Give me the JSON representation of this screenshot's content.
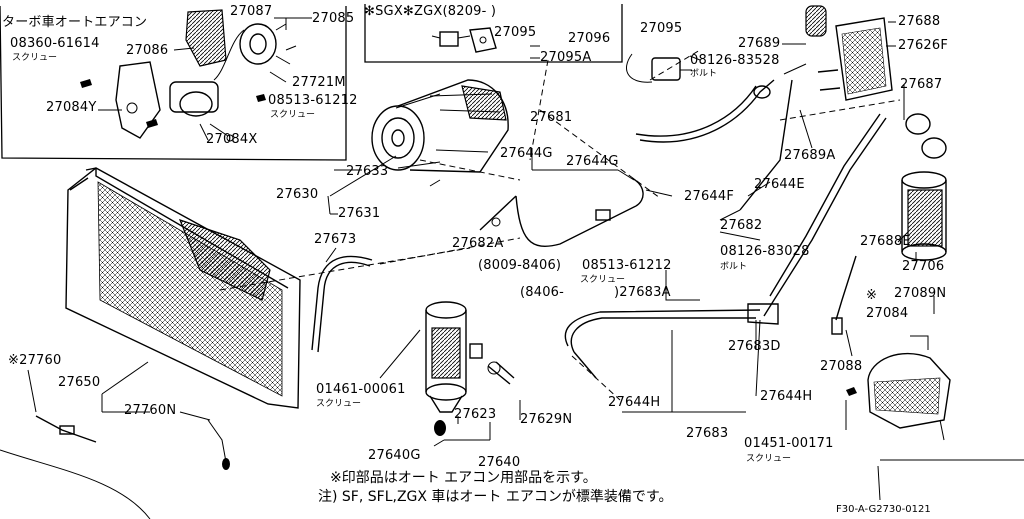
{
  "box_left": {
    "title": "ターボ車オートエアコン",
    "screw_code": "08360-61614",
    "screw_word": "スクリュー",
    "parts": [
      "27087",
      "27085",
      "27086",
      "27721M",
      "27084Y",
      "08513-61212",
      "27084X"
    ],
    "screw2_word": "スクリュー"
  },
  "box_mid": {
    "title": "✻SGX✻ZGX(8209-  )",
    "parts": [
      "27095",
      "27096",
      "27095A"
    ]
  },
  "labels": {
    "p27095": "27095",
    "p08126a": "08126-83528",
    "bolt_a": "ボルト",
    "p27689": "27689",
    "p27688": "27688",
    "p27626F": "27626F",
    "p27687": "27687",
    "p27689A": "27689A",
    "p27681": "27681",
    "p27644G_1": "27644G",
    "p27644G_2": "27644G",
    "p27644F": "27644F",
    "p27644E": "27644E",
    "p27682": "27682",
    "p08126b": "08126-83028",
    "bolt_b": "ボルト",
    "p27688E": "27688E",
    "p27706": "27706",
    "p27633": "27633",
    "p27630": "27630",
    "p27631": "27631",
    "p27682A": "27682A",
    "p27673": "27673",
    "range1": "(8009-8406)",
    "p08513b": "08513-61212",
    "screw_b": "スクリュー",
    "range2": "(8406-",
    "p27683A": ")27683A",
    "star_mark": "※",
    "p27089N": "27089N",
    "p27084": "27084",
    "p27683D": "27683D",
    "p27088": "27088",
    "p27760_star": "※27760",
    "p27650": "27650",
    "p01461": "01461-00061",
    "screw_c": "スクリュー",
    "p27623": "27623",
    "p27629N": "27629N",
    "p27644H_1": "27644H",
    "p27644H_2": "27644H",
    "p27760N": "27760N",
    "p27683": "27683",
    "p01451": "01451-00171",
    "screw_d": "スクリュー",
    "p27640G": "27640G",
    "p27640": "27640"
  },
  "notes": {
    "line1": "※印部品はオート エアコン用部品を示す。",
    "line2": "注) SF, SFL,ZGX 車はオート エアコンが標準装備です。"
  },
  "figure_code": "F30-A-G2730-0121"
}
